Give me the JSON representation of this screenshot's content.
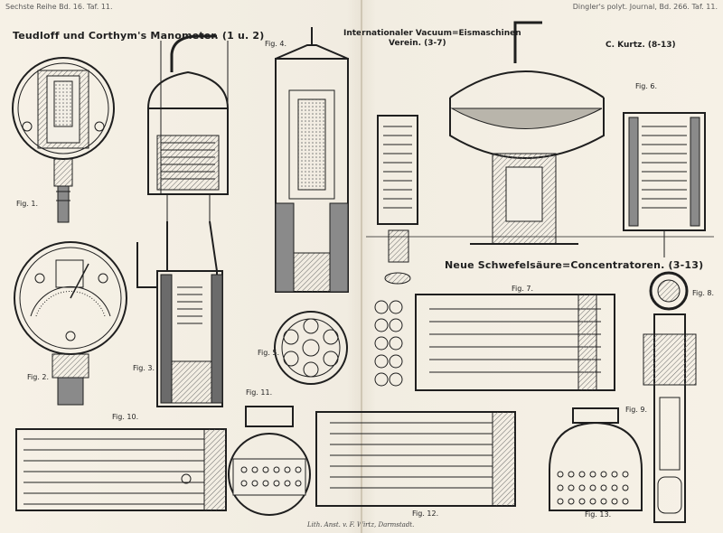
{
  "header": {
    "left": "Sechste Reihe Bd. 16. Taf. 11.",
    "right": "Dingler's polyt. Journal, Bd. 266. Taf. 11."
  },
  "titles": {
    "manometer": "Teudloff und Corthym's Manometer. (1 u. 2)",
    "vacuum_line1": "Internationaler Vacuum=Eismaschinen",
    "vacuum_line2": "Verein. (3-7)",
    "kurtz": "C. Kurtz. (8-13)",
    "schwefel": "Neue Schwefelsäure=Concentratoren. (3-13)"
  },
  "figure_labels": {
    "fig1": "Fig. 1.",
    "fig2": "Fig. 2.",
    "fig3": "Fig. 3.",
    "fig4": "Fig. 4.",
    "fig5": "Fig. 5.",
    "fig6": "Fig. 6.",
    "fig7": "Fig. 7.",
    "fig8": "Fig. 8.",
    "fig9": "Fig. 9.",
    "fig10": "Fig. 10.",
    "fig11": "Fig. 11.",
    "fig12": "Fig. 12.",
    "fig13": "Fig. 13."
  },
  "imprint": "Lith. Anst. v. F. Wirtz, Darmstadt.",
  "colors": {
    "paper": "#f3efe6",
    "ink": "#1f1f1f",
    "hatch": "#6b6b6b",
    "shade": "#8a8a8a"
  }
}
